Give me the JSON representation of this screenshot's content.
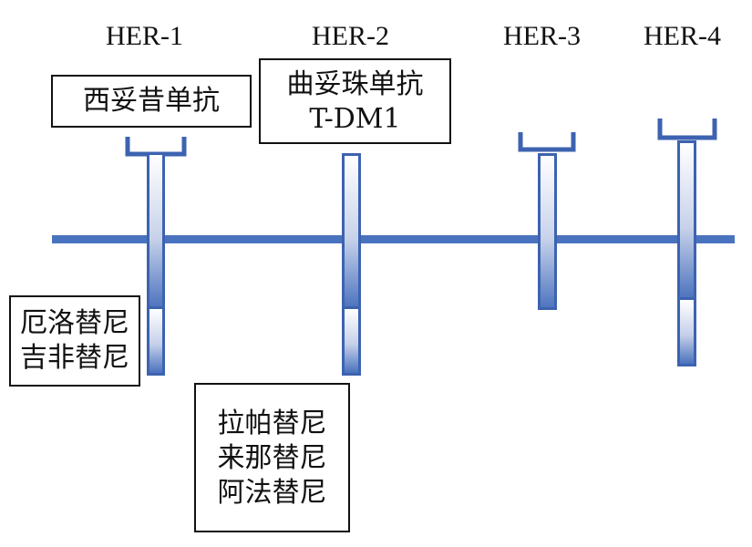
{
  "receptors": [
    {
      "label": "HER-1",
      "has_tk_domain": true
    },
    {
      "label": "HER-2",
      "has_tk_domain": true
    },
    {
      "label": "HER-3",
      "has_tk_domain": false
    },
    {
      "label": "HER-4",
      "has_tk_domain": true
    }
  ],
  "drug_boxes": {
    "her1_antibody": {
      "lines": [
        "西妥昔单抗"
      ]
    },
    "her2_antibody": {
      "lines": [
        "曲妥珠单抗",
        "T-DM1"
      ]
    },
    "her1_tki": {
      "lines": [
        "厄洛替尼",
        "吉非替尼"
      ]
    },
    "her2_tki": {
      "lines": [
        "拉帕替尼",
        "来那替尼",
        "阿法替尼"
      ]
    }
  },
  "colors": {
    "membrane": "#4a73bf",
    "receptor_border": "#3d63b0",
    "receptor_dark": "#4f75bf",
    "box_border": "#111111"
  }
}
